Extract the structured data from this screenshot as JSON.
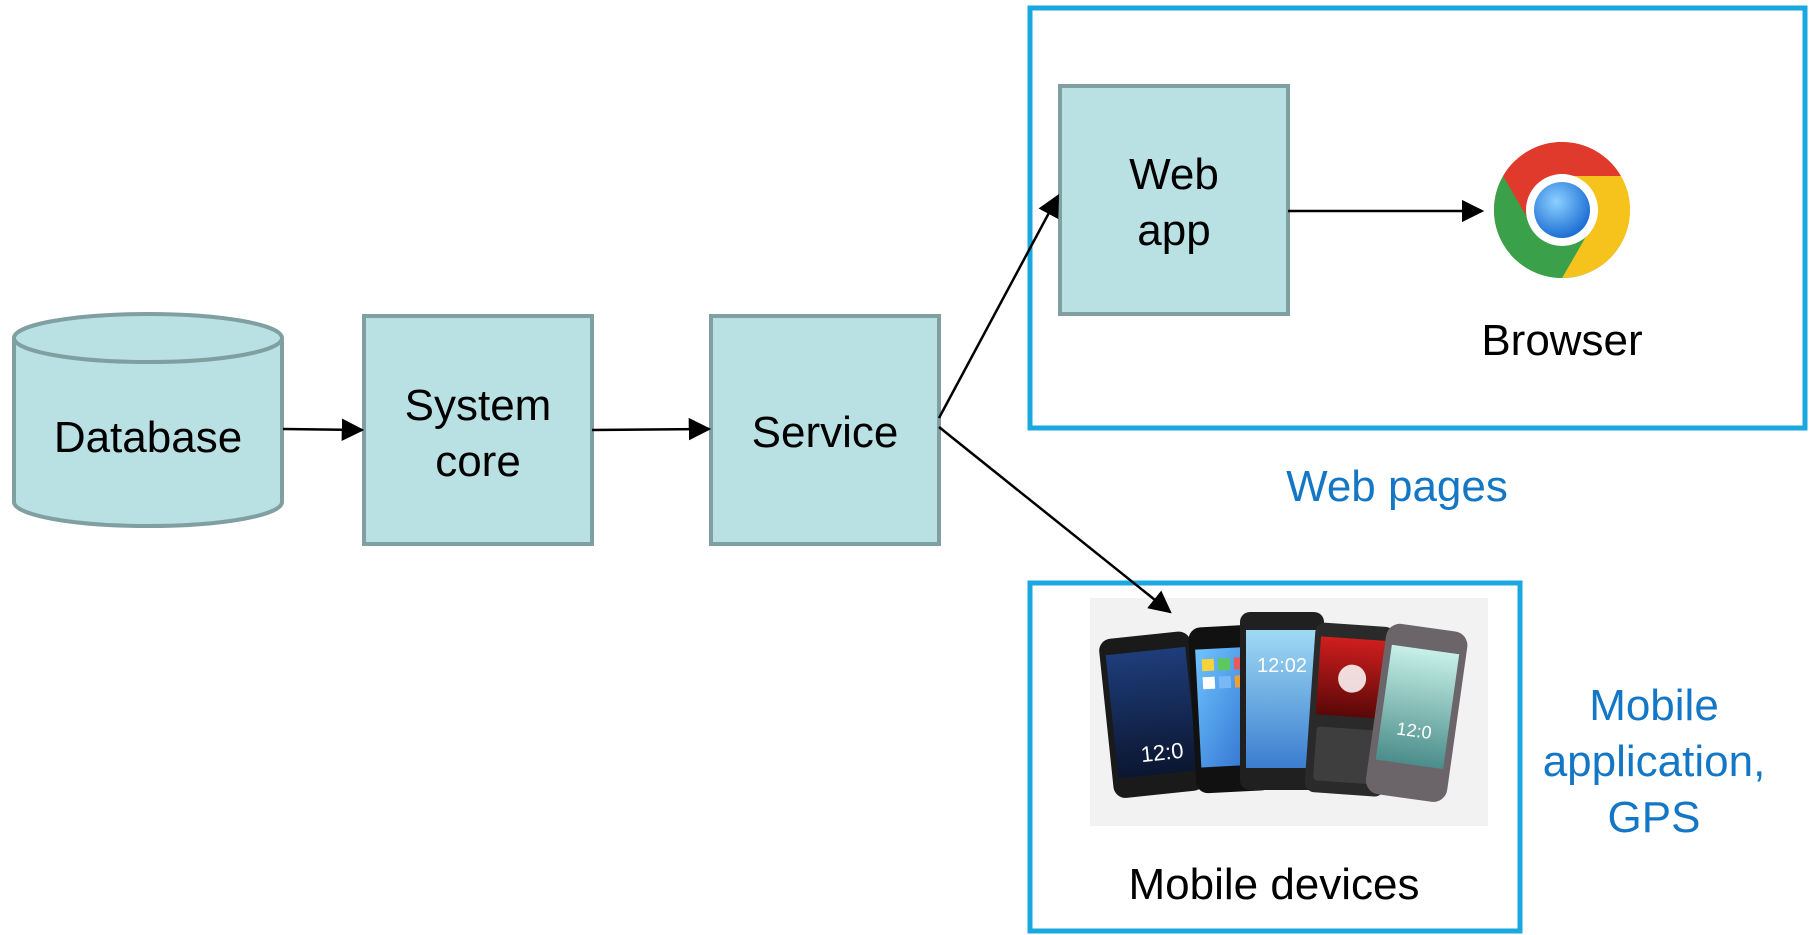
{
  "colors": {
    "box_fill": "#b9e0e2",
    "box_stroke": "#7f9fa1",
    "group_border": "#1aa8e0",
    "group_label": "#1477c6",
    "arrow": "#000000"
  },
  "nodes": {
    "database": {
      "label": "Database",
      "icon": "database-cylinder-icon"
    },
    "system_core": {
      "label_line1": "System",
      "label_line2": "core"
    },
    "service": {
      "label": "Service"
    },
    "web_app": {
      "label_line1": "Web",
      "label_line2": "app"
    },
    "browser": {
      "label": "Browser",
      "icon": "chrome-browser-icon"
    },
    "mobile_devices": {
      "label": "Mobile devices",
      "icon": "smartphones-icon"
    }
  },
  "groups": {
    "web": {
      "label": "Web pages"
    },
    "mobile": {
      "label_line1": "Mobile",
      "label_line2": "application,",
      "label_line3": "GPS"
    }
  },
  "edges": [
    {
      "from": "Database",
      "to": "System core"
    },
    {
      "from": "System core",
      "to": "Service"
    },
    {
      "from": "Service",
      "to": "Web app"
    },
    {
      "from": "Service",
      "to": "Mobile devices"
    },
    {
      "from": "Web app",
      "to": "Browser"
    }
  ]
}
